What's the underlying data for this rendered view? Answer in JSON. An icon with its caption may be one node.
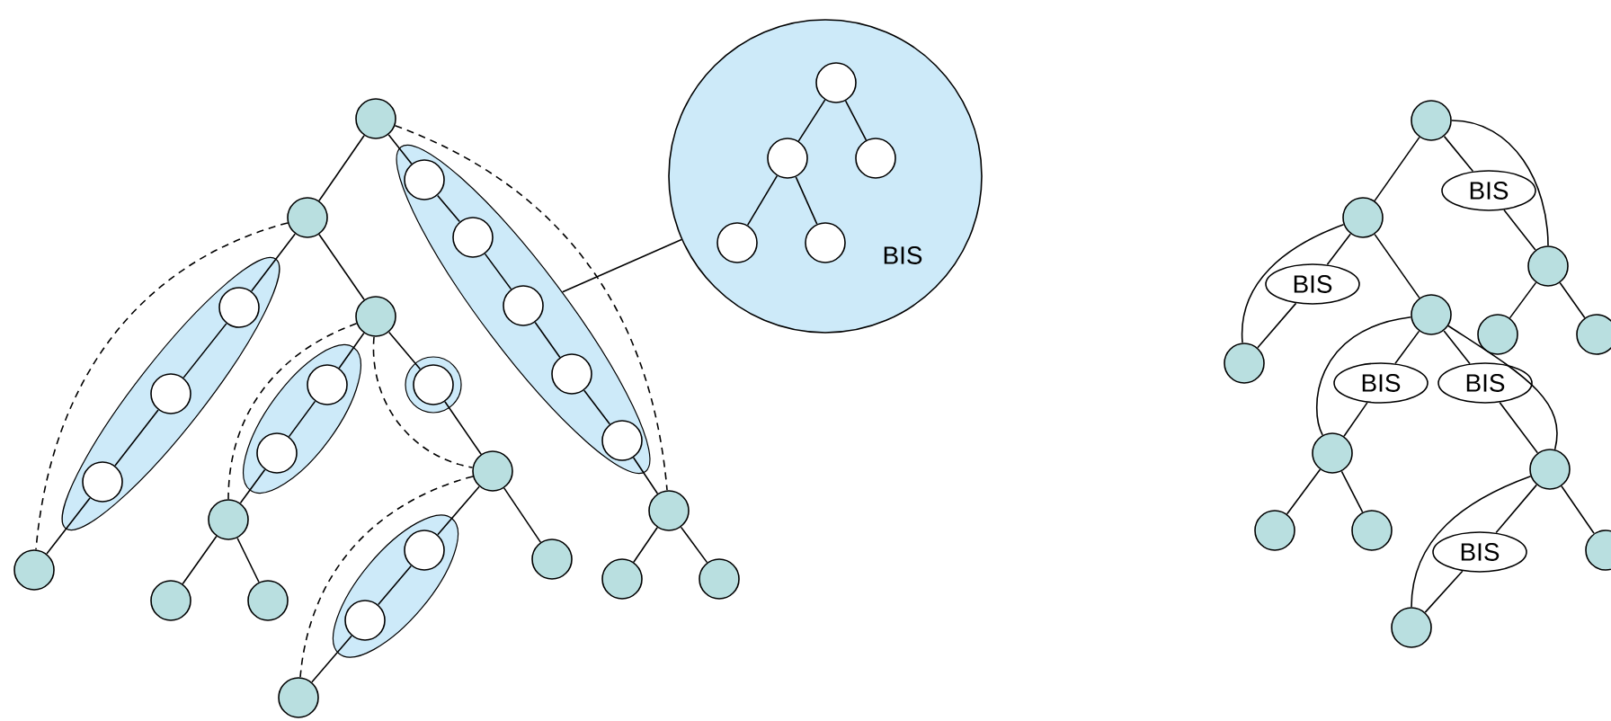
{
  "diagram": {
    "nodes": [
      {
        "text": [],
        "shape": "circle"
      },
      {
        "text": [],
        "shape": "circle"
      },
      {
        "text": [],
        "shape": "ellipse"
      },
      {
        "text": [],
        "shape": "circle",
        "in": 2
      },
      {
        "text": [],
        "shape": "circle",
        "in": 2
      },
      {
        "text": [],
        "shape": "circle",
        "in": 2
      },
      {
        "text": [],
        "shape": "circle"
      },
      {
        "text": [],
        "shape": "circle"
      },
      {
        "text": [],
        "shape": "ellipse"
      },
      {
        "text": [],
        "shape": "circle",
        "in": 8
      },
      {
        "text": [],
        "shape": "circle",
        "in": 8
      },
      {
        "text": [],
        "shape": "circle"
      },
      {
        "text": [],
        "shape": "circle"
      },
      {
        "text": [],
        "shape": "circle"
      },
      {
        "text": [],
        "shape": "circle"
      },
      {
        "text": [],
        "shape": "circle",
        "in": 14
      },
      {
        "text": [],
        "shape": "circle"
      },
      {
        "text": [],
        "shape": "ellipse"
      },
      {
        "text": [],
        "shape": "circle",
        "in": 17
      },
      {
        "text": [],
        "shape": "circle",
        "in": 17
      },
      {
        "text": [],
        "shape": "circle"
      },
      {
        "text": [],
        "shape": "circle"
      },
      {
        "text": [],
        "shape": "ellipse"
      },
      {
        "text": [],
        "shape": "circle",
        "in": 22
      },
      {
        "text": [],
        "shape": "circle",
        "in": 22
      },
      {
        "text": [],
        "shape": "circle",
        "in": 22
      },
      {
        "text": [],
        "shape": "circle",
        "in": 22
      },
      {
        "text": [],
        "shape": "circle",
        "in": 22
      },
      {
        "text": [],
        "shape": "circle"
      },
      {
        "text": [],
        "shape": "circle"
      },
      {
        "text": [],
        "shape": "circle"
      },
      {
        "text": [
          "BIS"
        ]
      },
      {
        "text": [],
        "shape": "circle",
        "in": 31
      },
      {
        "text": [],
        "shape": "circle",
        "in": 31
      },
      {
        "text": [],
        "shape": "circle",
        "in": 31
      },
      {
        "text": [],
        "shape": "circle",
        "in": 31
      },
      {
        "text": [],
        "shape": "circle",
        "in": 31
      },
      {
        "text": [],
        "shape": "circle"
      },
      {
        "text": [
          "BIS"
        ]
      },
      {
        "text": [],
        "shape": "circle"
      },
      {
        "text": [],
        "shape": "circle"
      },
      {
        "text": [],
        "shape": "circle"
      },
      {
        "text": [],
        "shape": "circle"
      },
      {
        "text": [
          "BIS"
        ]
      },
      {
        "text": [],
        "shape": "circle"
      },
      {
        "text": [],
        "shape": "circle"
      },
      {
        "text": [
          "BIS"
        ]
      },
      {
        "text": [
          "BIS"
        ]
      },
      {
        "text": [],
        "shape": "circle"
      },
      {
        "text": [],
        "shape": "circle"
      },
      {
        "text": [],
        "shape": "circle"
      },
      {
        "text": [],
        "shape": "circle"
      },
      {
        "text": [
          "BIS"
        ]
      },
      {
        "text": [],
        "shape": "circle"
      },
      {
        "text": [],
        "shape": "circle"
      }
    ],
    "edges": [
      {
        "from": 0,
        "to": 1,
        "arrow": "none"
      },
      {
        "from": 0,
        "to": 23,
        "arrow": "none"
      },
      {
        "from": 23,
        "to": 24,
        "arrow": "none"
      },
      {
        "from": 24,
        "to": 25,
        "arrow": "none"
      },
      {
        "from": 25,
        "to": 26,
        "arrow": "none"
      },
      {
        "from": 26,
        "to": 27,
        "arrow": "none"
      },
      {
        "from": 27,
        "to": 28,
        "arrow": "none"
      },
      {
        "from": 28,
        "to": 29,
        "arrow": "none"
      },
      {
        "from": 28,
        "to": 30,
        "arrow": "none"
      },
      {
        "from": 1,
        "to": 3,
        "arrow": "none"
      },
      {
        "from": 3,
        "to": 4,
        "arrow": "none"
      },
      {
        "from": 4,
        "to": 5,
        "arrow": "none"
      },
      {
        "from": 5,
        "to": 6,
        "arrow": "none"
      },
      {
        "from": 1,
        "to": 7,
        "arrow": "none"
      },
      {
        "from": 7,
        "to": 9,
        "arrow": "none"
      },
      {
        "from": 9,
        "to": 10,
        "arrow": "none"
      },
      {
        "from": 10,
        "to": 11,
        "arrow": "none"
      },
      {
        "from": 11,
        "to": 12,
        "arrow": "none"
      },
      {
        "from": 11,
        "to": 13,
        "arrow": "none"
      },
      {
        "from": 7,
        "to": 15,
        "arrow": "none"
      },
      {
        "from": 15,
        "to": 16,
        "arrow": "none"
      },
      {
        "from": 16,
        "to": 18,
        "arrow": "none"
      },
      {
        "from": 18,
        "to": 19,
        "arrow": "none"
      },
      {
        "from": 19,
        "to": 20,
        "arrow": "none"
      },
      {
        "from": 16,
        "to": 21,
        "arrow": "none"
      },
      {
        "from": 0,
        "to": 28,
        "arrow": "none",
        "style": "dashed"
      },
      {
        "from": 1,
        "to": 6,
        "arrow": "none",
        "style": "dashed"
      },
      {
        "from": 7,
        "to": 11,
        "arrow": "none",
        "style": "dashed"
      },
      {
        "from": 7,
        "to": 16,
        "arrow": "none",
        "style": "dashed"
      },
      {
        "from": 16,
        "to": 20,
        "arrow": "none",
        "style": "dashed"
      },
      {
        "from": 22,
        "to": 31,
        "arrow": "none"
      },
      {
        "from": 32,
        "to": 33,
        "arrow": "none"
      },
      {
        "from": 32,
        "to": 34,
        "arrow": "none"
      },
      {
        "from": 33,
        "to": 35,
        "arrow": "none"
      },
      {
        "from": 33,
        "to": 36,
        "arrow": "none"
      },
      {
        "from": 37,
        "to": 38,
        "arrow": "none"
      },
      {
        "from": 38,
        "to": 39,
        "arrow": "none"
      },
      {
        "from": 37,
        "to": 39,
        "arrow": "none"
      },
      {
        "from": 39,
        "to": 40,
        "arrow": "none"
      },
      {
        "from": 39,
        "to": 41,
        "arrow": "none"
      },
      {
        "from": 37,
        "to": 42,
        "arrow": "none"
      },
      {
        "from": 42,
        "to": 43,
        "arrow": "none"
      },
      {
        "from": 43,
        "to": 44,
        "arrow": "none"
      },
      {
        "from": 42,
        "to": 44,
        "arrow": "none"
      },
      {
        "from": 42,
        "to": 45,
        "arrow": "none"
      },
      {
        "from": 45,
        "to": 46,
        "arrow": "none"
      },
      {
        "from": 46,
        "to": 48,
        "arrow": "none"
      },
      {
        "from": 45,
        "to": 48,
        "arrow": "none"
      },
      {
        "from": 45,
        "to": 47,
        "arrow": "none"
      },
      {
        "from": 47,
        "to": 51,
        "arrow": "none"
      },
      {
        "from": 45,
        "to": 51,
        "arrow": "none"
      },
      {
        "from": 48,
        "to": 49,
        "arrow": "none"
      },
      {
        "from": 48,
        "to": 50,
        "arrow": "none"
      },
      {
        "from": 51,
        "to": 52,
        "arrow": "none"
      },
      {
        "from": 52,
        "to": 53,
        "arrow": "none"
      },
      {
        "from": 51,
        "to": 53,
        "arrow": "none"
      },
      {
        "from": 51,
        "to": 54,
        "arrow": "none"
      }
    ]
  }
}
